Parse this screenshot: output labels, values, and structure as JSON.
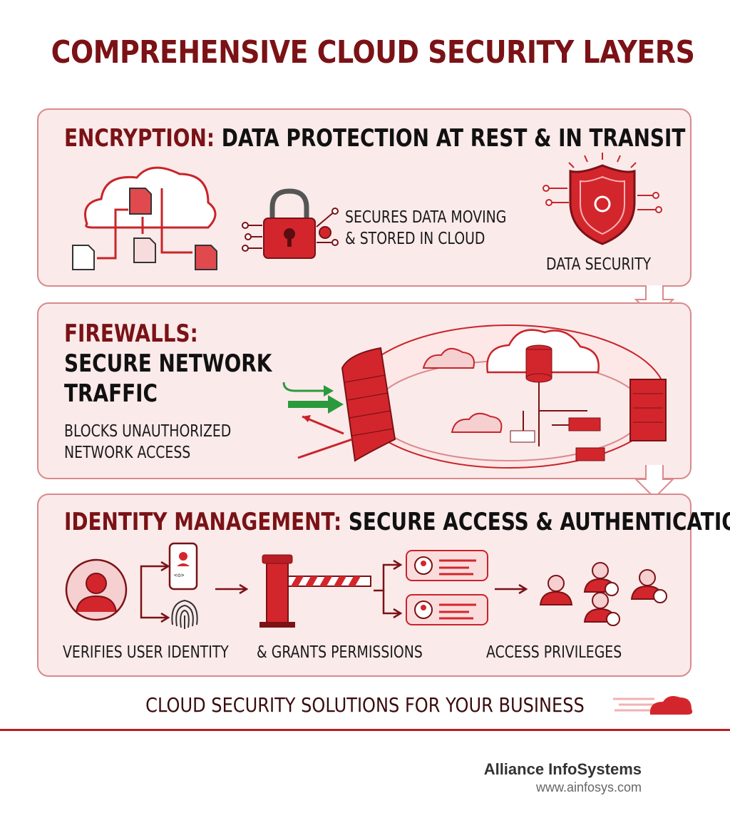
{
  "title": "COMPREHENSIVE CLOUD SECURITY LAYERS",
  "layers": [
    {
      "heading_key": "ENCRYPTION:",
      "heading_rest": "DATA PROTECTION AT REST & IN TRANSIT",
      "label_1": "SECURES DATA MOVING",
      "label_2": "& STORED IN CLOUD",
      "label_3": "DATA SECURITY"
    },
    {
      "heading_key": "FIREWALLS:",
      "heading_rest_1": "SECURE NETWORK",
      "heading_rest_2": "TRAFFIC",
      "label_1": "BLOCKS UNAUTHORIZED",
      "label_2": "NETWORK ACCESS"
    },
    {
      "heading_key": "IDENTITY MANAGEMENT:",
      "heading_rest": "SECURE ACCESS & AUTHENTICATION",
      "label_1": "VERIFIES USER IDENTITY",
      "label_2": "& GRANTS PERMISSIONS",
      "label_3": "ACCESS PRIVILEGES",
      "phone_code": "<o>"
    }
  ],
  "tagline": "CLOUD SECURITY SOLUTIONS FOR YOUR BUSINESS",
  "company": {
    "name": "Alliance InfoSystems",
    "url": "www.ainfosys.com"
  },
  "colors": {
    "accent": "#c8242a",
    "dark_red": "#7a1216",
    "panel_bg": "#fbeaea",
    "border": "#d98a8c",
    "green": "#2a9a3c"
  }
}
